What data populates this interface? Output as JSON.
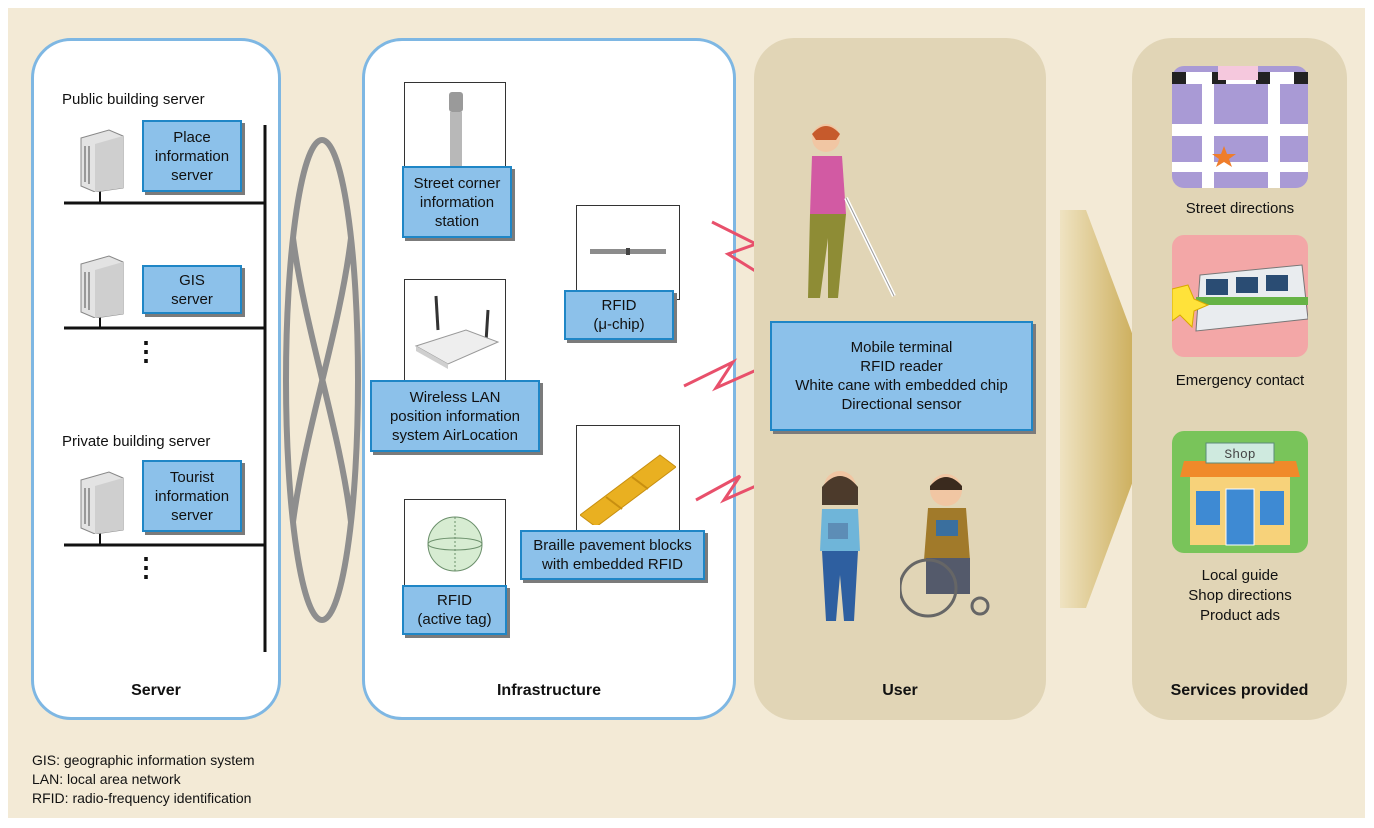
{
  "panels": {
    "server": {
      "title": "Server",
      "public_label": "Public building server",
      "private_label": "Private building server",
      "servers": [
        {
          "label": "Place\ninformation\nserver"
        },
        {
          "label": "GIS\nserver"
        },
        {
          "label": "Tourist\ninformation\nserver"
        }
      ],
      "ellipsis": "⋮"
    },
    "infrastructure": {
      "title": "Infrastructure",
      "items": [
        {
          "label": "Street corner\ninformation\nstation",
          "icon": "street-station-icon"
        },
        {
          "label": "Wireless LAN\nposition information\nsystem AirLocation",
          "icon": "wireless-router-icon"
        },
        {
          "label": "RFID\n(active tag)",
          "icon": "active-tag-icon"
        },
        {
          "label": "RFID\n(μ-chip)",
          "icon": "mu-chip-icon"
        },
        {
          "label": "Braille pavement blocks\nwith embedded RFID",
          "icon": "braille-block-icon"
        }
      ]
    },
    "user": {
      "title": "User",
      "devices": "Mobile terminal\nRFID reader\nWhite cane with embedded chip\nDirectional sensor"
    },
    "services": {
      "title": "Services provided",
      "items": [
        {
          "label": "Street directions",
          "icon": "map-icon"
        },
        {
          "label": "Emergency contact",
          "icon": "train-icon"
        },
        {
          "label": "Local guide\nShop directions\nProduct ads",
          "icon": "shop-icon",
          "sign": "Shop"
        }
      ]
    }
  },
  "legend": [
    "GIS: geographic information system",
    "LAN: local area network",
    "RFID: radio-frequency identification"
  ],
  "colors": {
    "background": "#f3ead6",
    "panel_border": "#7eb7e3",
    "user_panel": "#e1d5b6",
    "label_box": "#8cc1ea",
    "label_border": "#1f86c6",
    "wireless_signal": "#e8506b"
  }
}
